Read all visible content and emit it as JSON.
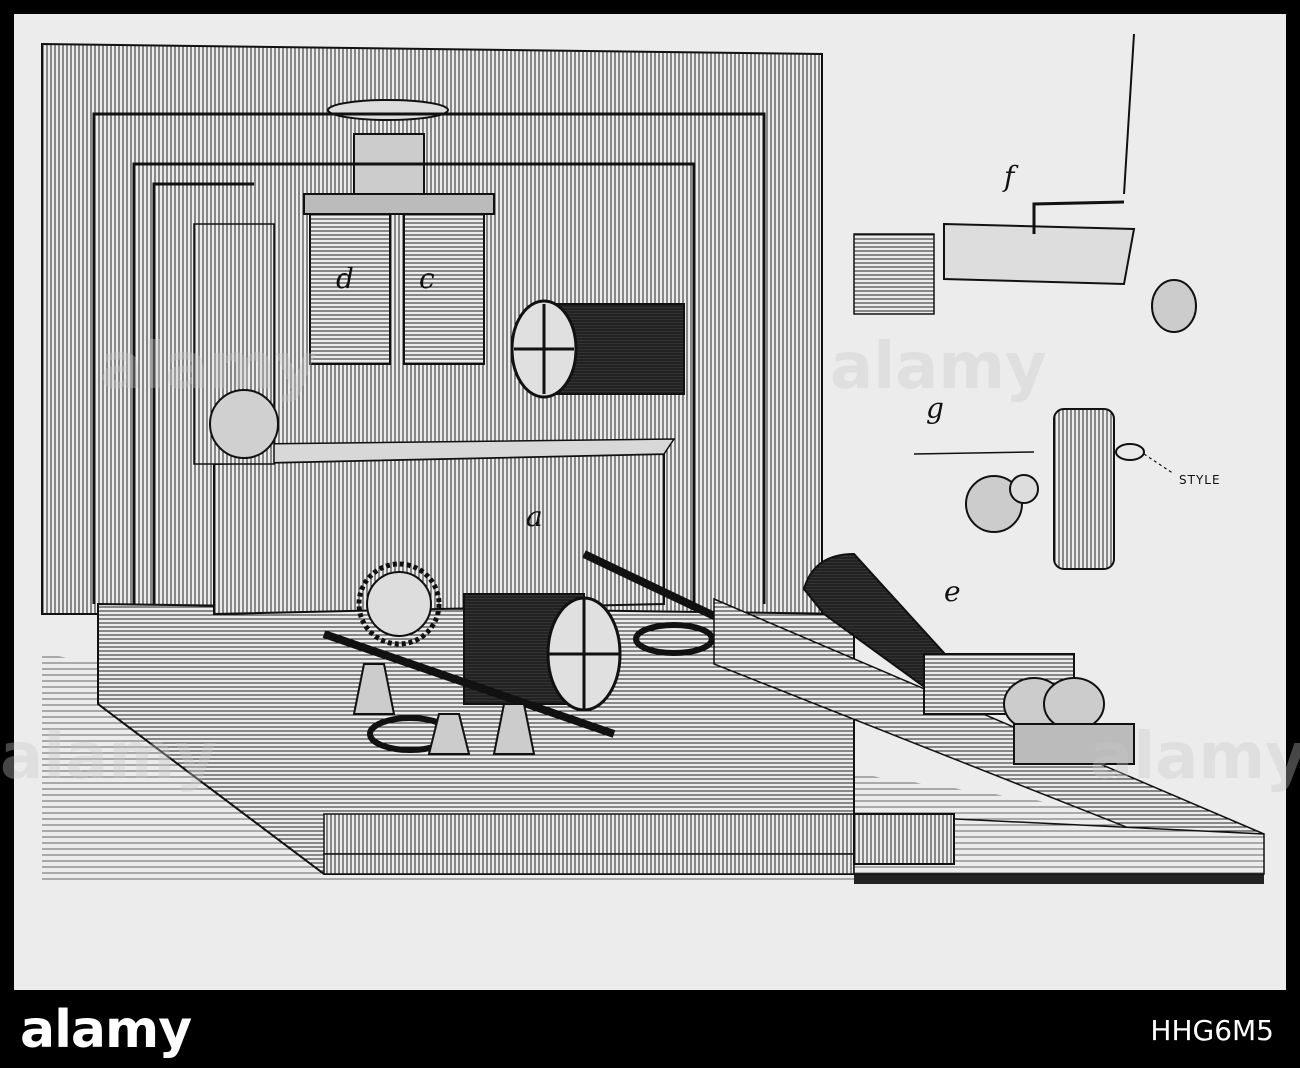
{
  "image": {
    "kind": "engraving",
    "subject": "telegraph apparatus"
  },
  "figure_labels": {
    "a": "a",
    "c": "c",
    "d": "d",
    "e": "e",
    "f": "f",
    "g": "g"
  },
  "annotations": {
    "style_label": "STYLE"
  },
  "watermark": {
    "text": "alamy"
  },
  "footer": {
    "brand": "alamy",
    "image_code": "HHG6M5"
  },
  "colors": {
    "paper": "#ececec",
    "ink": "#111111",
    "footer_bg": "#000000",
    "footer_text": "#ffffff"
  }
}
